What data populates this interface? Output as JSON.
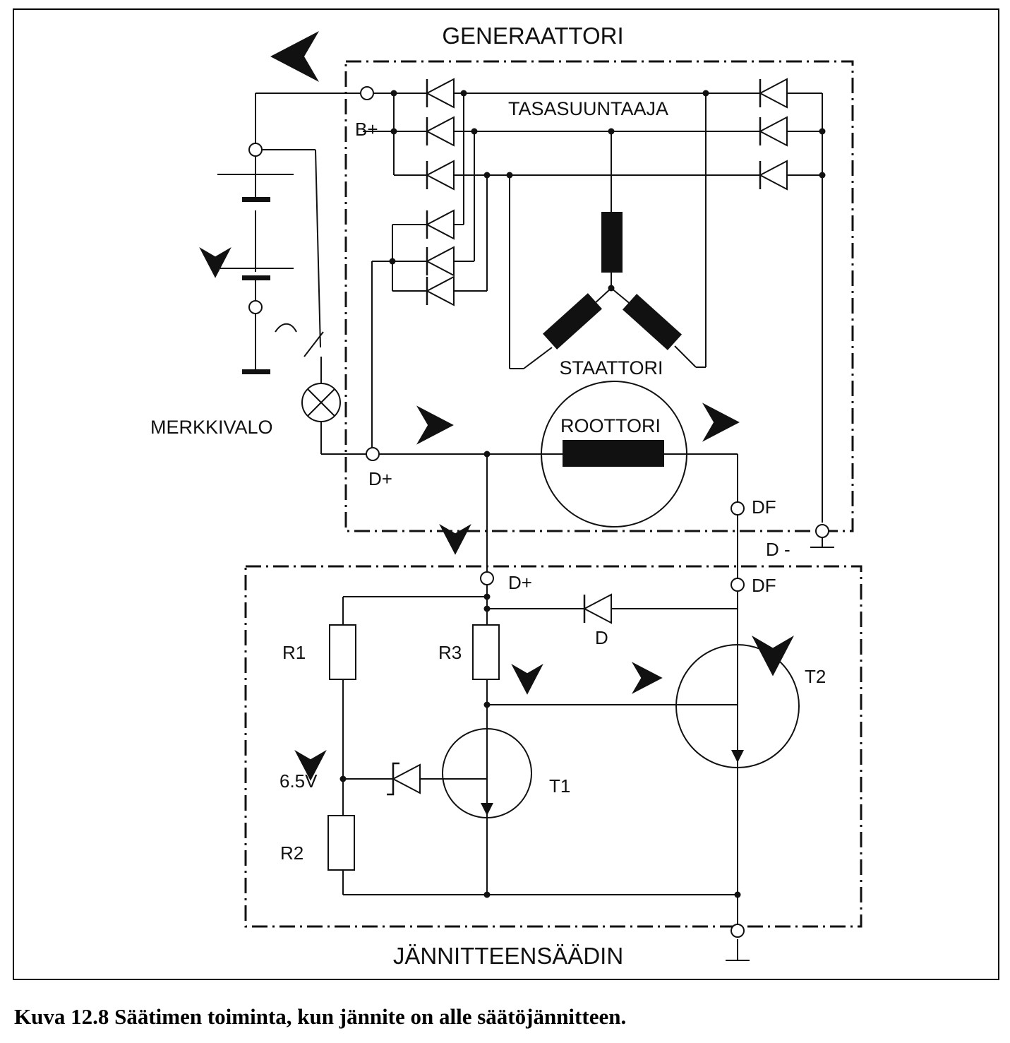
{
  "labels": {
    "generator": "GENERAATTORI",
    "rectifier": "TASASUUNTAAJA",
    "stator": "STAATTORI",
    "rotor": "ROOTTORI",
    "warning_light": "MERKKIVALO",
    "regulator": "JÄNNITTEENSÄÄDIN",
    "b_plus": "B+",
    "d_plus_gen": "D+",
    "df_gen": "DF",
    "d_minus": "D -",
    "d_plus_reg": "D+",
    "df_reg": "DF",
    "r1": "R1",
    "r2": "R2",
    "r3": "R3",
    "diode": "D",
    "t1": "T1",
    "t2": "T2",
    "voltage": "6.5V"
  },
  "caption": "Kuva 12.8 Säätimen toiminta, kun jännite on alle säätöjännitteen.",
  "colors": {
    "ink": "#111111",
    "background": "#ffffff"
  }
}
